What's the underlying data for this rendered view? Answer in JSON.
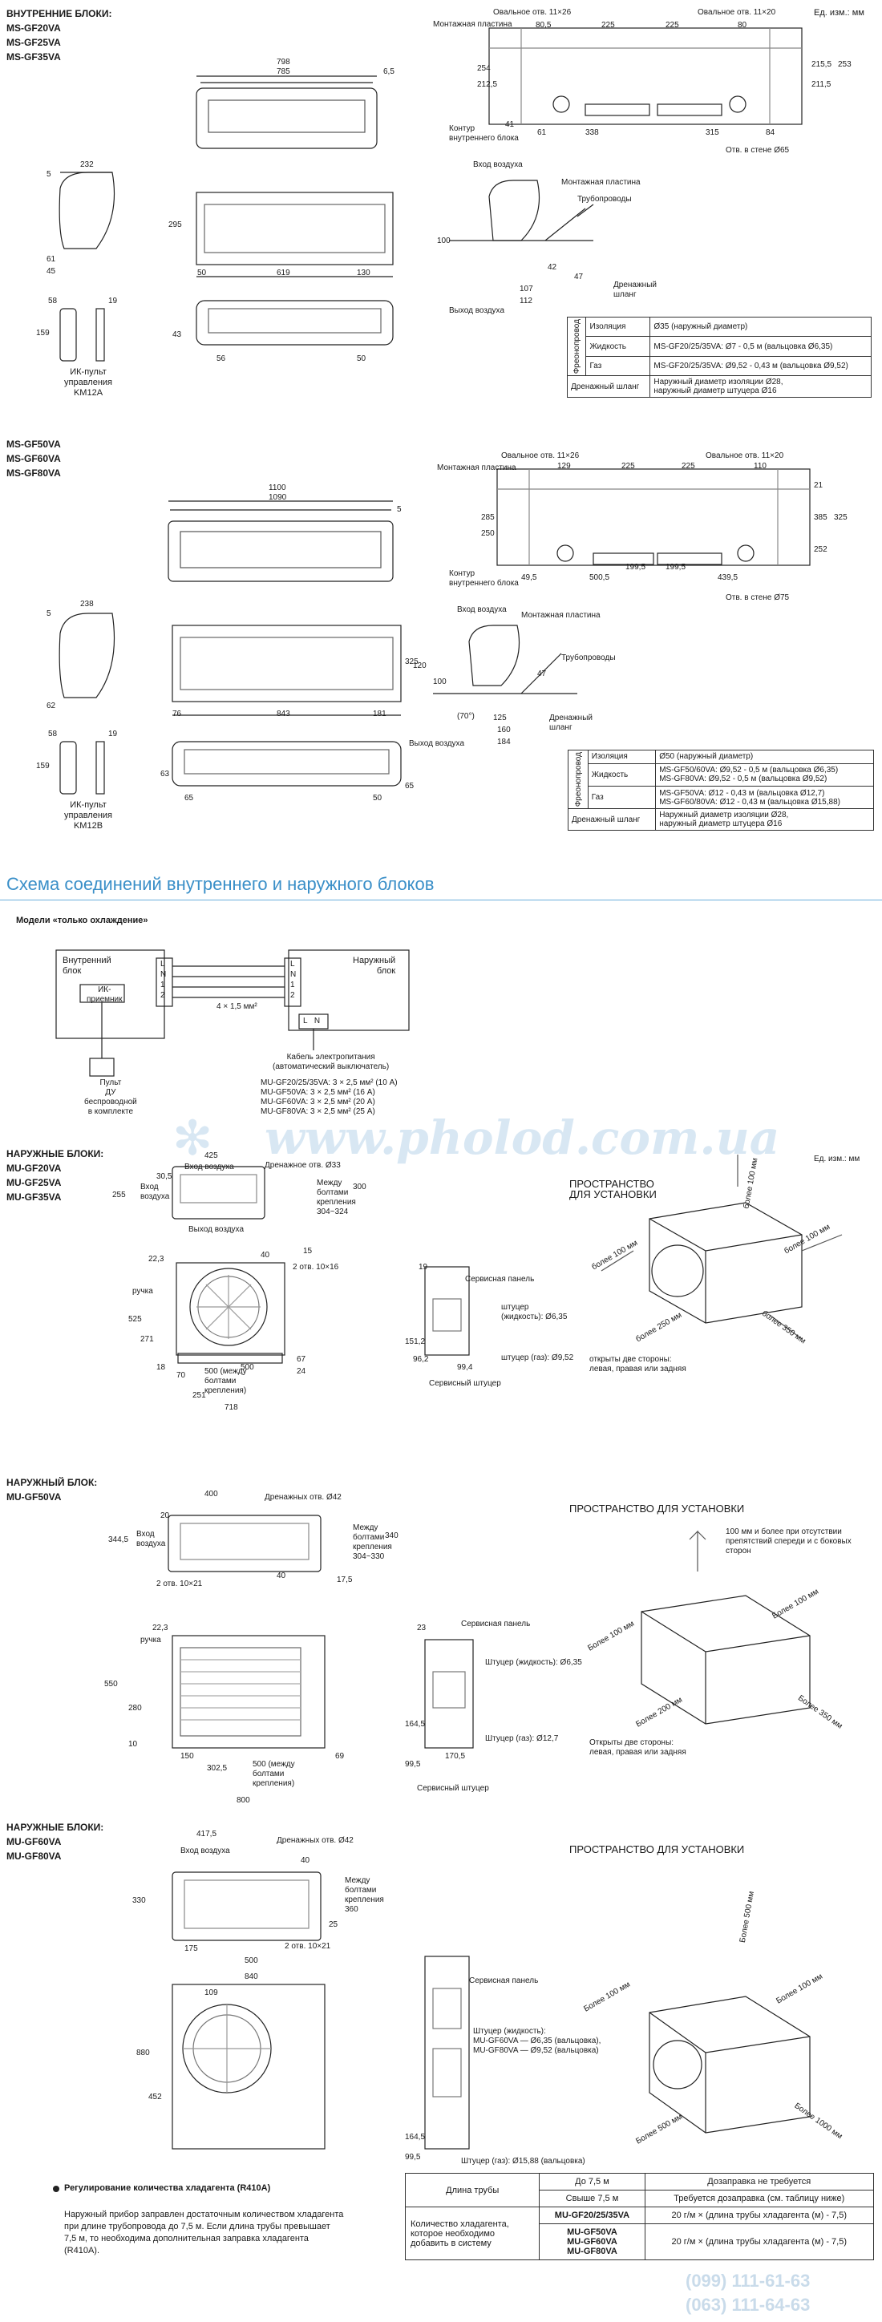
{
  "units_label": "Ед. изм.: мм",
  "section1": {
    "title_lines": [
      "ВНУТРЕННИЕ БЛОКИ:",
      "MS-GF20VA",
      "MS-GF25VA",
      "MS-GF35VA"
    ],
    "dims_front": [
      "798",
      "785",
      "6,5"
    ],
    "dims_side": [
      "232",
      "5",
      "295",
      "61",
      "45"
    ],
    "dims_bottom": [
      "50",
      "619",
      "130",
      "43",
      "56",
      "50"
    ],
    "remote": {
      "dims": [
        "58",
        "19",
        "159"
      ],
      "label_lines": [
        "ИК-пульт",
        "управления",
        "KM12A"
      ]
    },
    "mount_labels": {
      "oval_left": "Овальное отв. 11×26",
      "oval_right": "Овальное отв. 11×20",
      "plate": "Монтажная пластина",
      "contour_lines": [
        "Контур",
        "внутреннего блока"
      ],
      "wall_hole": "Отв. в стене Ø65"
    },
    "mount_dims": [
      "80,5",
      "225",
      "225",
      "80",
      "254",
      "212,5",
      "61",
      "338",
      "315",
      "84",
      "41",
      "215,5",
      "253",
      "211,5"
    ],
    "side_labels": {
      "air_in": "Вход воздуха",
      "plate": "Монтажная пластина",
      "pipes": "Трубопроводы",
      "drain_lines": [
        "Дренажный",
        "шланг"
      ],
      "air_out": "Выход воздуха"
    },
    "side_dims": [
      "100",
      "42",
      "107",
      "112",
      "47"
    ],
    "spec": {
      "group": "Фреонопровод",
      "rows": [
        {
          "k": "Изоляция",
          "v": "Ø35 (наружный диаметр)"
        },
        {
          "k": "Жидкость",
          "v": "MS-GF20/25/35VA: Ø7 - 0,5 м  (вальцовка Ø6,35)"
        },
        {
          "k": "Газ",
          "v": "MS-GF20/25/35VA: Ø9,52 - 0,43 м (вальцовка Ø9,52)"
        }
      ],
      "drain_k": "Дренажный шланг",
      "drain_v": [
        "Наружный диаметр изоляции Ø28,",
        "наружный диаметр штуцера Ø16"
      ]
    }
  },
  "section2": {
    "title_lines": [
      "MS-GF50VA",
      "MS-GF60VA",
      "MS-GF80VA"
    ],
    "dims_front": [
      "1100",
      "1090",
      "5"
    ],
    "dims_side": [
      "238",
      "5",
      "325",
      "62"
    ],
    "dims_bottom": [
      "76",
      "843",
      "181",
      "63",
      "65",
      "50",
      "65"
    ],
    "remote": {
      "dims": [
        "58",
        "19",
        "159"
      ],
      "label_lines": [
        "ИК-пульт",
        "управления",
        "KM12B"
      ]
    },
    "mount_labels": {
      "oval_left": "Овальное отв. 11×26",
      "oval_right": "Овальное отв. 11×20",
      "plate": "Монтажная пластина",
      "contour_lines": [
        "Контур",
        "внутреннего блока"
      ],
      "wall_hole": "Отв. в стене Ø75"
    },
    "mount_dims": [
      "129",
      "225",
      "225",
      "110",
      "21",
      "285",
      "250",
      "49,5",
      "500,5",
      "199,5",
      "199,5",
      "439,5",
      "385",
      "325",
      "252"
    ],
    "side_labels": {
      "air_in": "Вход воздуха",
      "plate": "Монтажная пластина",
      "pipes": "Трубопроводы",
      "drain_lines": [
        "Дренажный",
        "шланг"
      ],
      "air_out": "Выход воздуха"
    },
    "side_dims": [
      "120",
      "100",
      "(70°)",
      "125",
      "160",
      "184",
      "47"
    ],
    "spec": {
      "group": "Фреонопровод",
      "rows": [
        {
          "k": "Изоляция",
          "v": [
            "Ø50 (наружный диаметр)"
          ]
        },
        {
          "k": "Жидкость",
          "v": [
            "MS-GF50/60VA: Ø9,52 - 0,5 м  (вальцовка Ø6,35)",
            "MS-GF80VA: Ø9,52 - 0,5 м (вальцовка Ø9,52)"
          ]
        },
        {
          "k": "Газ",
          "v": [
            "MS-GF50VA: Ø12 - 0,43 м (вальцовка Ø12,7)",
            "MS-GF60/80VA: Ø12 - 0,43 м (вальцовка Ø15,88)"
          ]
        }
      ],
      "drain_k": "Дренажный шланг",
      "drain_v": [
        "Наружный диаметр изоляции Ø28,",
        "наружный диаметр штуцера Ø16"
      ]
    }
  },
  "wiring": {
    "title": "Схема соединений внутреннего и наружного блоков",
    "subtitle": "Модели «только охлаждение»",
    "indoor_label_lines": [
      "Внутренний",
      "блок"
    ],
    "outdoor_label_lines": [
      "Наружный",
      "блок"
    ],
    "ir_lines": [
      "ИК-",
      "приемник"
    ],
    "cable": "4 × 1,5 мм²",
    "terminals_in": [
      "L",
      "N",
      "1",
      "2"
    ],
    "terminals_out": [
      "L",
      "N",
      "1",
      "2"
    ],
    "power_terminals": [
      "L",
      "N"
    ],
    "remote_lines": [
      "Пульт",
      "ДУ",
      "беспроводной",
      "в комплекте"
    ],
    "breaker_lines": [
      "Кабель электропитания",
      "(автоматический выключатель)"
    ],
    "power_specs": [
      "MU-GF20/25/35VA: 3 × 2,5 мм² (10 А)",
      "MU-GF50VA: 3 × 2,5 мм² (16 А)",
      "MU-GF60VA: 3 × 2,5 мм² (20 А)",
      "MU-GF80VA: 3 × 2,5 мм² (25 А)"
    ]
  },
  "outdoor1": {
    "title_lines": [
      "НАРУЖНЫЕ БЛОКИ:",
      "MU-GF20VA",
      "MU-GF25VA",
      "MU-GF35VA"
    ],
    "units_label": "Ед. изм.: мм",
    "top_labels": {
      "air_in": "Вход воздуха",
      "drain": "Дренажное отв. Ø33",
      "air_in2": "Вход\nвоздуха",
      "air_out": "Выход воздуха",
      "bolt": "Между\nболтами\nкрепления\n304~324",
      "holes": "2 отв. 10×16"
    },
    "top_dims": [
      "425",
      "30,5",
      "255",
      "300",
      "40",
      "15"
    ],
    "front_labels": {
      "handle": "ручка",
      "bolts": "500 (между\nболтами\nкрепления)"
    },
    "front_dims": [
      "22,3",
      "525",
      "271",
      "18",
      "70",
      "500",
      "251",
      "718",
      "67",
      "24"
    ],
    "side_labels": {
      "panel": "Сервисная панель",
      "liquid": "штуцер\n(жидкость): Ø6,35",
      "gas": "штуцер (газ): Ø9,52",
      "service": "Сервисный штуцер"
    },
    "side_dims": [
      "19",
      "151,2",
      "96,2",
      "99,4"
    ],
    "space_title_lines": [
      "ПРОСТРАНСТВО",
      "ДЛЯ УСТАНОВКИ"
    ],
    "space_labels": [
      "более 100 мм",
      "более 100 мм",
      "более 100 мм",
      "более 250 мм",
      "более 350 мм"
    ],
    "space_note_lines": [
      "открыты две стороны:",
      "левая, правая или задняя"
    ]
  },
  "outdoor2": {
    "title_lines": [
      "НАРУЖНЫЙ БЛОК:",
      "MU-GF50VA"
    ],
    "top_labels": {
      "drain": "Дренажных отв. Ø42",
      "air_in": "Вход\nвоздуха",
      "bolt": "Между\nболтами\nкрепления\n304~330",
      "holes": "2 отв. 10×21"
    },
    "top_dims": [
      "400",
      "20",
      "344,5",
      "40",
      "17,5",
      "340"
    ],
    "front_labels": {
      "handle": "ручка",
      "bolts": "500 (между\nболтами\nкрепления)"
    },
    "front_dims": [
      "22,3",
      "550",
      "280",
      "10",
      "150",
      "302,5",
      "69",
      "800"
    ],
    "side_labels": {
      "panel": "Сервисная панель",
      "liquid": "Штуцер (жидкость): Ø6,35",
      "gas": "Штуцер (газ): Ø12,7",
      "service": "Сервисный штуцер"
    },
    "side_dims": [
      "23",
      "164,5",
      "99,5",
      "170,5"
    ],
    "space_title": "ПРОСТРАНСТВО ДЛЯ УСТАНОВКИ",
    "space_callout_lines": [
      "100 мм и более при отсутствии",
      "препятствий спереди и с боковых",
      "сторон"
    ],
    "space_labels": [
      "Более 100 мм",
      "Более 100 мм",
      "Более 200 мм",
      "Более 350 мм"
    ],
    "space_note_lines": [
      "Открыты две стороны:",
      "левая, правая или задняя"
    ]
  },
  "outdoor3": {
    "title_lines": [
      "НАРУЖНЫЕ БЛОКИ:",
      "MU-GF60VA",
      "MU-GF80VA"
    ],
    "top_labels": {
      "air_in": "Вход воздуха",
      "drain": "Дренажных отв. Ø42",
      "bolt": "Между\nболтами\nкрепления\n360",
      "holes": "2 отв. 10×21"
    },
    "top_dims": [
      "417,5",
      "40",
      "330",
      "25",
      "175",
      "500"
    ],
    "front_dims": [
      "840",
      "109",
      "880",
      "452"
    ],
    "side_labels": {
      "panel": "Сервисная панель",
      "liquid_lines": [
        "Штуцер (жидкость):",
        "MU-GF60VA — Ø6,35 (вальцовка),",
        "MU-GF80VA — Ø9,52 (вальцовка)"
      ],
      "gas": "Штуцер (газ): Ø15,88 (вальцовка)"
    },
    "side_dims": [
      "164,5",
      "99,5"
    ],
    "space_title": "ПРОСТРАНСТВО ДЛЯ УСТАНОВКИ",
    "space_labels": [
      "Более 500 мм",
      "Более 100 мм",
      "Более 100 мм",
      "Более 500 мм",
      "Более 1000 мм"
    ]
  },
  "refrigerant": {
    "heading": "Регулирование количества хладагента (R410A)",
    "text_lines": [
      "Наружный прибор заправлен достаточным количеством хладагента",
      "при длине трубопровода до 7,5 м. Если длина трубы превышает",
      "7,5  м,  то  необходима  дополнительная  заправка  хладагента",
      "(R410A)."
    ],
    "table": {
      "h_pipe": "Длина трубы",
      "h_upto": "До 7,5 м",
      "h_over": "Свыше 7,5 м",
      "no_charge": "Дозаправка не требуется",
      "need_charge": "Требуется дозаправка (см. таблицу ниже)",
      "row_label_lines": [
        "Количество хладагента,",
        "которое необходимо",
        "добавить в систему"
      ],
      "models_a": "MU-GF20/25/35VA",
      "models_b": [
        "MU-GF50VA",
        "MU-GF60VA",
        "MU-GF80VA"
      ],
      "formula_a": "20 г/м × (длина трубы хладагента (м) - 7,5)",
      "formula_b": "20 г/м × (длина трубы хладагента (м) - 7,5)"
    }
  },
  "watermark": {
    "site": "www.pholod.com.ua",
    "phone1": "(099) 111-61-63",
    "phone2": "(063) 111-64-63"
  }
}
